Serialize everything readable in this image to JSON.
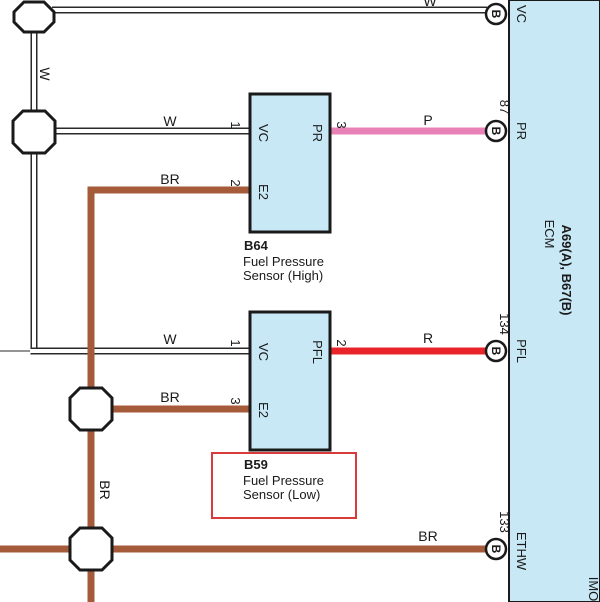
{
  "ecm": {
    "title": "A69(A), B67(B)",
    "subtitle": "ECM",
    "cut_label": "IMO",
    "fill_color": "#c8e8f6"
  },
  "wire_colors": {
    "W": "#ffffff",
    "BR": "#a55a3a",
    "P": "#e882b6",
    "R": "#e8242a"
  },
  "wires": {
    "top_vc": "W",
    "left_vertical": "W",
    "b64_vc": "W",
    "b64_e2": "BR",
    "b64_pr": "P",
    "b59_vc": "W",
    "b59_e2": "BR",
    "b59_pfl": "R",
    "br_vertical": "BR",
    "ethw": "BR"
  },
  "ecm_pins": {
    "vc": {
      "connector": "B",
      "name": "VC",
      "number": ""
    },
    "pr": {
      "connector": "B",
      "name": "PR",
      "number": "87"
    },
    "pfl": {
      "connector": "B",
      "name": "PFL",
      "number": "134"
    },
    "ethw": {
      "connector": "B",
      "name": "ETHW",
      "number": "133"
    }
  },
  "components": {
    "b64": {
      "id": "B64",
      "name_line1": "Fuel Pressure",
      "name_line2": "Sensor (High)",
      "pins": {
        "vc": {
          "number": "1",
          "name": "VC"
        },
        "e2": {
          "number": "2",
          "name": "E2"
        },
        "pr": {
          "number": "3",
          "name": "PR"
        }
      }
    },
    "b59": {
      "id": "B59",
      "name_line1": "Fuel Pressure",
      "name_line2": "Sensor (Low)",
      "highlight_color": "#d93a3a",
      "pins": {
        "vc": {
          "number": "1",
          "name": "VC"
        },
        "e2": {
          "number": "3",
          "name": "E2"
        },
        "pfl": {
          "number": "2",
          "name": "PFL"
        }
      }
    }
  }
}
